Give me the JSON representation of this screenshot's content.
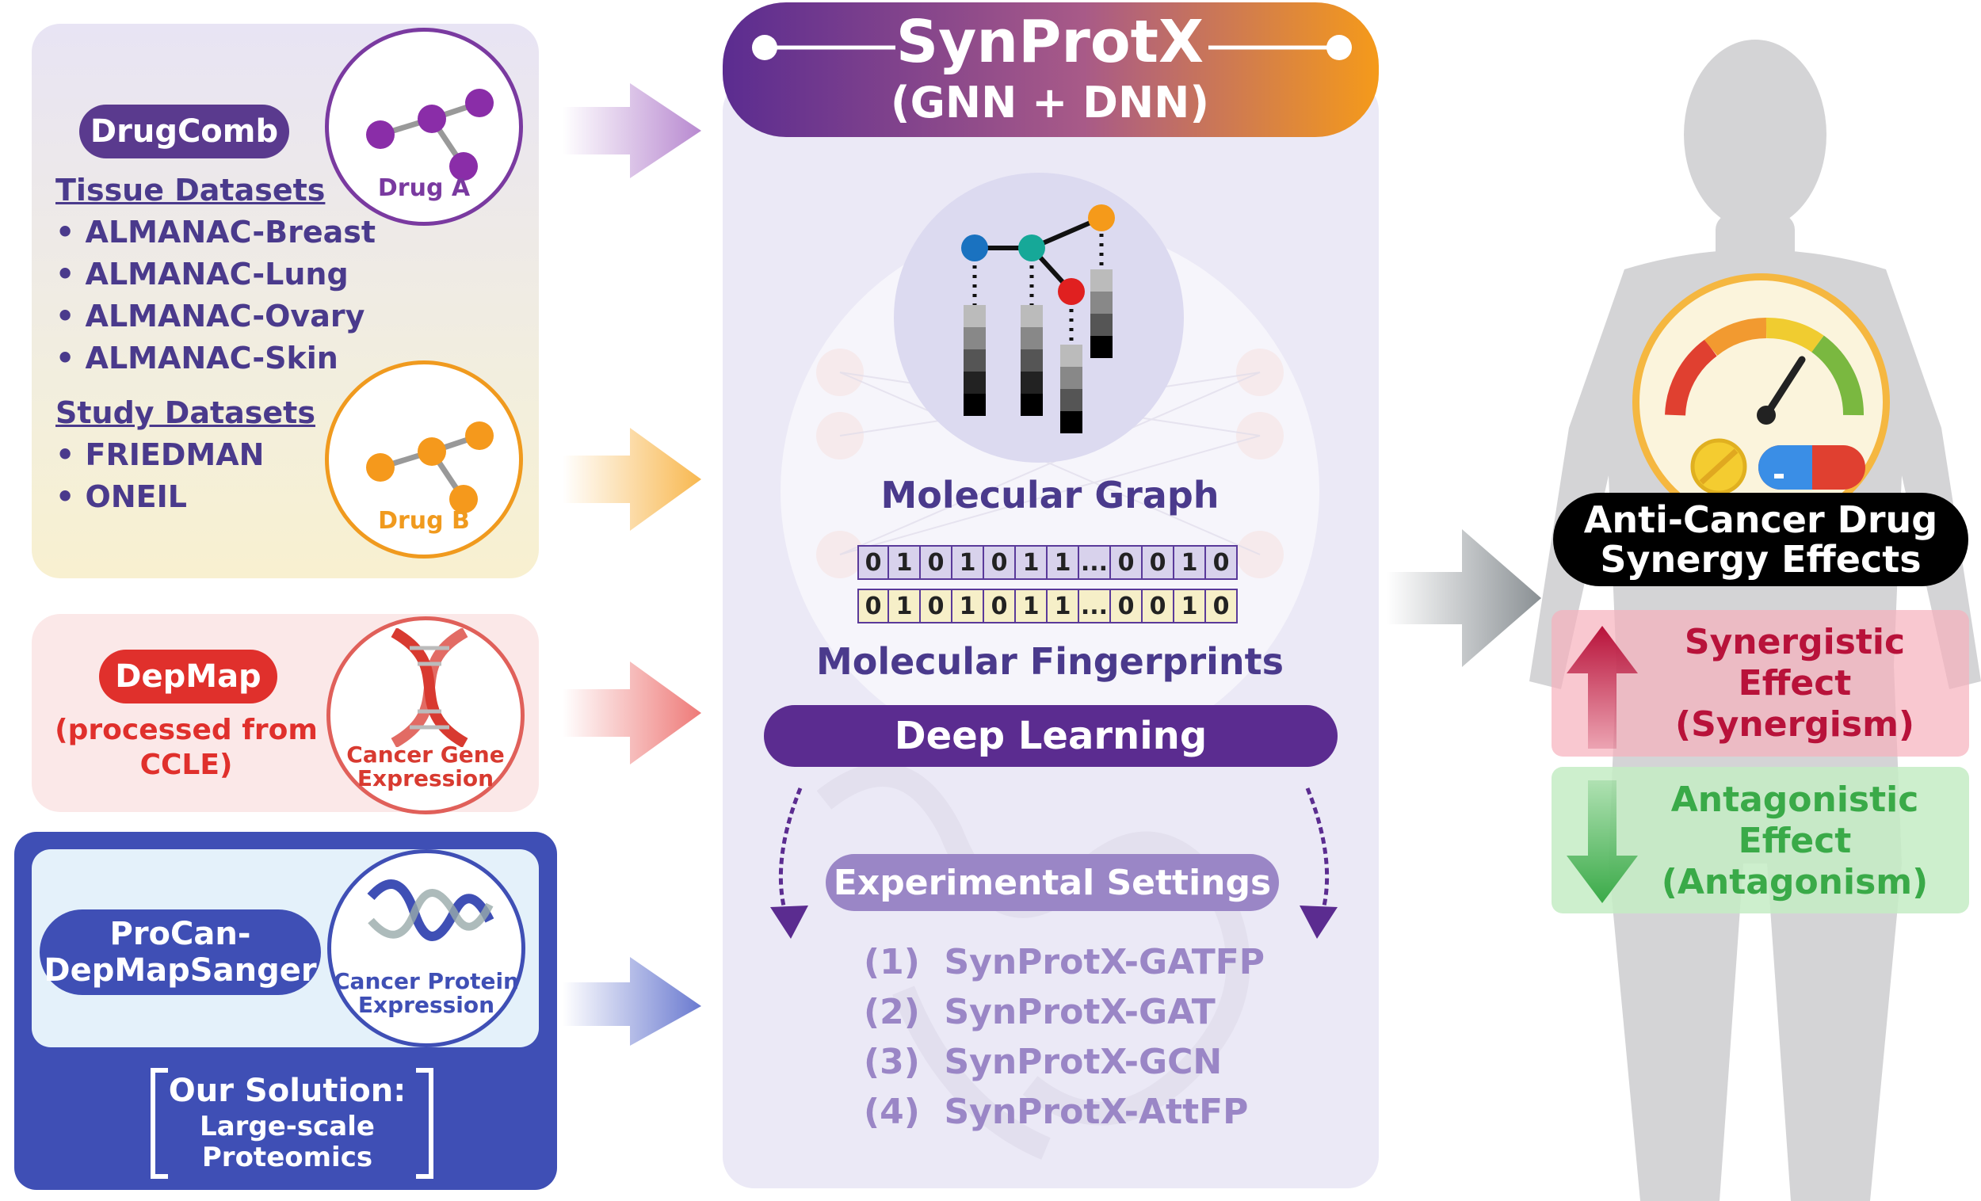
{
  "inputs": {
    "drugcomb": {
      "badge": "DrugComb",
      "tissue_heading": "Tissue Datasets",
      "tissue_items": [
        "ALMANAC-Breast",
        "ALMANAC-Lung",
        "ALMANAC-Ovary",
        "ALMANAC-Skin"
      ],
      "study_heading": "Study Datasets",
      "study_items": [
        "FRIEDMAN",
        "ONEIL"
      ],
      "drug_a": "Drug A",
      "drug_b": "Drug B"
    },
    "depmap": {
      "badge": "DepMap",
      "sub_line1": "(processed from",
      "sub_line2": "CCLE)",
      "circle_line1": "Cancer Gene",
      "circle_line2": "Expression"
    },
    "procan": {
      "badge_line1": "ProCan-",
      "badge_line2": "DepMapSanger",
      "circle_line1": "Cancer Protein",
      "circle_line2": "Expression",
      "solution_line1": "Our Solution:",
      "solution_line2": "Large-scale",
      "solution_line3": "Proteomics"
    }
  },
  "model": {
    "title": "SynProtX",
    "subtitle": "(GNN + DNN)",
    "graph_label": "Molecular Graph",
    "fingerprint_a": [
      "0",
      "1",
      "0",
      "1",
      "0",
      "1",
      "1",
      "...",
      "0",
      "0",
      "1",
      "0"
    ],
    "fingerprint_b": [
      "0",
      "1",
      "0",
      "1",
      "0",
      "1",
      "1",
      "...",
      "0",
      "0",
      "1",
      "0"
    ],
    "fingerprint_label": "Molecular Fingerprints",
    "deep_learning": "Deep Learning",
    "settings_title": "Experimental Settings",
    "settings": [
      {
        "num": "(1)",
        "name": "SynProtX-GATFP"
      },
      {
        "num": "(2)",
        "name": "SynProtX-GAT"
      },
      {
        "num": "(3)",
        "name": "SynProtX-GCN"
      },
      {
        "num": "(4)",
        "name": "SynProtX-AttFP"
      }
    ]
  },
  "output": {
    "title_line1": "Anti-Cancer Drug",
    "title_line2": "Synergy Effects",
    "synergy_line1": "Synergistic",
    "synergy_line2": "Effect",
    "synergy_line3": "(Synergism)",
    "antagonism_line1": "Antagonistic",
    "antagonism_line2": "Effect",
    "antagonism_line3": "(Antagonism)"
  },
  "colors": {
    "purple": "#7a3aa0",
    "deep_purple": "#5b2c90",
    "orange": "#f09a1e",
    "red": "#e0302c",
    "blue": "#3f4fb5",
    "synergy_red": "#b8123a",
    "antagonism_green": "#3aaa48"
  }
}
